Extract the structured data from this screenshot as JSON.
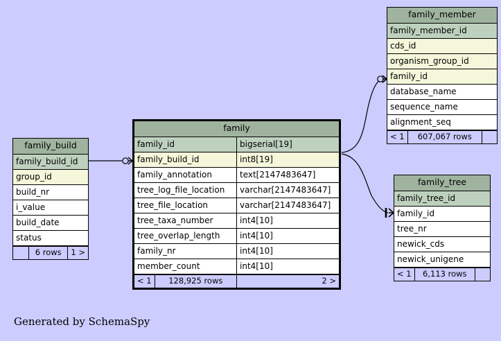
{
  "diagram": {
    "background_color": "#ccccff",
    "footer_note": "Generated by SchemaSpy",
    "header_color": "#9fb39f",
    "primary_key_color": "#bed1be",
    "foreign_key_color": "#f4f7da",
    "footer_row_color": "#ccccff"
  },
  "tables": {
    "family": {
      "name": "family",
      "focal": true,
      "columns": [
        {
          "name": "family_id",
          "type": "bigserial[19]",
          "key": "pk"
        },
        {
          "name": "family_build_id",
          "type": "int8[19]",
          "key": "fk"
        },
        {
          "name": "family_annotation",
          "type": "text[2147483647]",
          "key": ""
        },
        {
          "name": "tree_log_file_location",
          "type": "varchar[2147483647]",
          "key": ""
        },
        {
          "name": "tree_file_location",
          "type": "varchar[2147483647]",
          "key": ""
        },
        {
          "name": "tree_taxa_number",
          "type": "int4[10]",
          "key": ""
        },
        {
          "name": "tree_overlap_length",
          "type": "int4[10]",
          "key": ""
        },
        {
          "name": "family_nr",
          "type": "int4[10]",
          "key": ""
        },
        {
          "name": "member_count",
          "type": "int4[10]",
          "key": ""
        }
      ],
      "footer": {
        "prev": "< 1",
        "rows": "128,925 rows",
        "next": "2 >"
      }
    },
    "family_member": {
      "name": "family_member",
      "focal": false,
      "columns": [
        {
          "name": "family_member_id",
          "type": "",
          "key": "pk"
        },
        {
          "name": "cds_id",
          "type": "",
          "key": "fk"
        },
        {
          "name": "organism_group_id",
          "type": "",
          "key": "fk"
        },
        {
          "name": "family_id",
          "type": "",
          "key": "fk"
        },
        {
          "name": "database_name",
          "type": "",
          "key": ""
        },
        {
          "name": "sequence_name",
          "type": "",
          "key": ""
        },
        {
          "name": "alignment_seq",
          "type": "",
          "key": ""
        }
      ],
      "footer": {
        "prev": "< 1",
        "rows": "607,067 rows",
        "next": ""
      }
    },
    "family_tree": {
      "name": "family_tree",
      "focal": false,
      "columns": [
        {
          "name": "family_tree_id",
          "type": "",
          "key": "pk"
        },
        {
          "name": "family_id",
          "type": "",
          "key": "fk"
        },
        {
          "name": "tree_nr",
          "type": "",
          "key": ""
        },
        {
          "name": "newick_cds",
          "type": "",
          "key": ""
        },
        {
          "name": "newick_unigene",
          "type": "",
          "key": ""
        }
      ],
      "footer": {
        "prev": "< 1",
        "rows": "6,113 rows",
        "next": ""
      }
    },
    "family_build": {
      "name": "family_build",
      "focal": false,
      "columns": [
        {
          "name": "family_build_id",
          "type": "",
          "key": "pk"
        },
        {
          "name": "group_id",
          "type": "",
          "key": "fk"
        },
        {
          "name": "build_nr",
          "type": "",
          "key": ""
        },
        {
          "name": "i_value",
          "type": "",
          "key": ""
        },
        {
          "name": "build_date",
          "type": "",
          "key": ""
        },
        {
          "name": "status",
          "type": "",
          "key": ""
        }
      ],
      "footer": {
        "prev": "",
        "rows": "6 rows",
        "next": "1 >"
      }
    }
  },
  "relationships": [
    {
      "from": "family_build.family_build_id",
      "to": "family.family_build_id",
      "optional": true
    },
    {
      "from": "family.family_id",
      "to": "family_member.family_id",
      "optional": true
    },
    {
      "from": "family.family_id",
      "to": "family_tree.family_id",
      "optional": false
    }
  ]
}
